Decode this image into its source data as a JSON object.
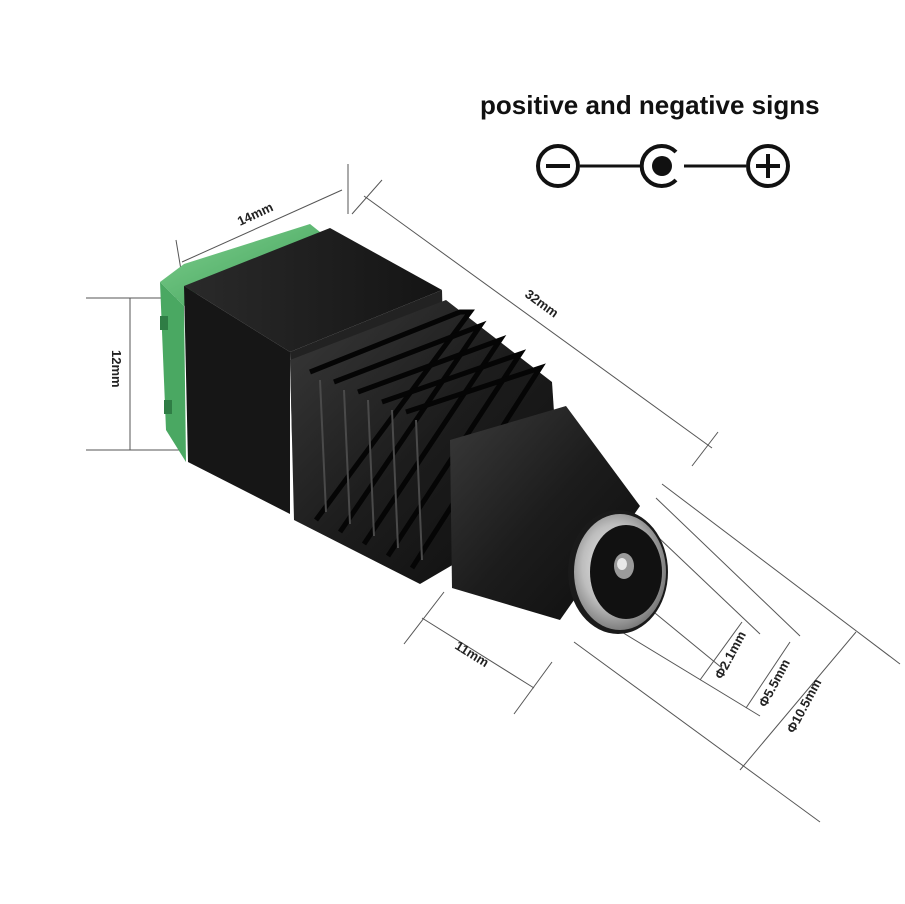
{
  "legend": {
    "title": "positive and negative signs",
    "symbols": [
      "negative-icon",
      "center-positive-plug-icon",
      "positive-icon"
    ]
  },
  "dimensions": {
    "width": "14mm",
    "length": "32mm",
    "height": "12mm",
    "barrel_length": "11mm",
    "pin_diameter": "Φ2.1mm",
    "inner_diameter": "Φ5.5mm",
    "outer_diameter": "Φ10.5mm"
  },
  "colors": {
    "body": "#1e1e1e",
    "terminal": "#4fb56a",
    "metal": "#c9c9c9"
  }
}
